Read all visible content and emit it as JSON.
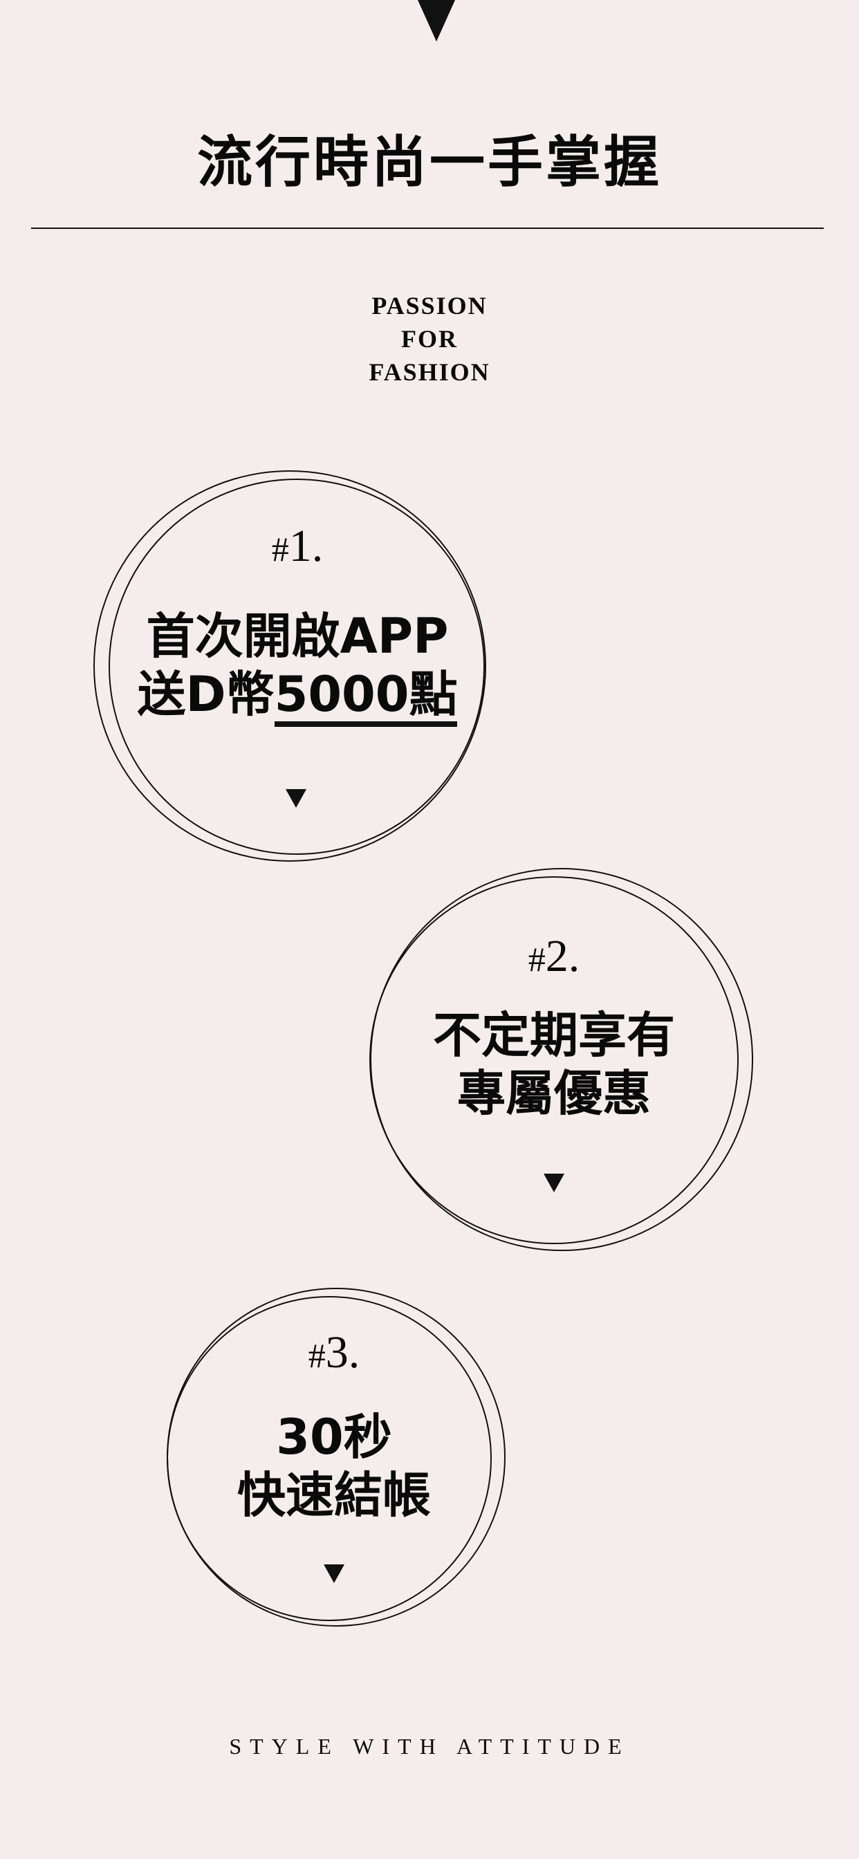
{
  "header": {
    "title": "流行時尚一手掌握"
  },
  "tagline": {
    "line1": "PASSION",
    "line2": "FOR",
    "line3": "FASHION"
  },
  "features": [
    {
      "number": "1.",
      "line1": "首次開啟APP",
      "line2_prefix": "送D幣",
      "line2_highlight": "5000點"
    },
    {
      "number": "2.",
      "line1": "不定期享有",
      "line2": "專屬優惠"
    },
    {
      "number": "3.",
      "line1": "30秒",
      "line2": "快速結帳"
    }
  ],
  "footer": {
    "slogan": "STYLE WITH ATTITUDE"
  },
  "icons": {
    "top": "triangle-down-icon",
    "circle_arrow": "triangle-down-icon"
  },
  "colors": {
    "background": "#f5eded",
    "ink": "#111111"
  }
}
